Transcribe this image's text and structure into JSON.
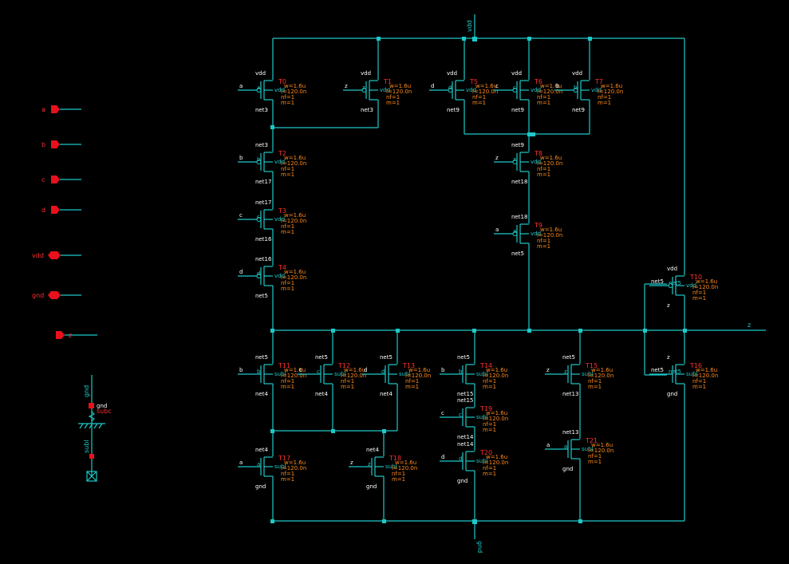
{
  "pins": [
    {
      "name": "a",
      "type": "input"
    },
    {
      "name": "b",
      "type": "input"
    },
    {
      "name": "c",
      "type": "input"
    },
    {
      "name": "d",
      "type": "input"
    },
    {
      "name": "vdd",
      "type": "inout"
    },
    {
      "name": "gnd",
      "type": "inout"
    },
    {
      "name": "z",
      "type": "output"
    }
  ],
  "rails": {
    "vdd": "vdd",
    "gnd": "gnd",
    "z": "z",
    "subl": "subl",
    "subc": "subc",
    "gnd_term": "gnd"
  },
  "params_p": {
    "w": "w=1.6u",
    "l": "l=120.0n",
    "nf": "nf=1",
    "m": "m=1"
  },
  "params_n": {
    "w": "w=1.6u",
    "l": "l=120.0n",
    "nf": "nf=1",
    "m": "m=1"
  },
  "transistors": [
    {
      "id": "T0",
      "type": "p",
      "gate": "a",
      "body": "vdd",
      "source": "vdd",
      "drain": "net3"
    },
    {
      "id": "T1",
      "type": "p",
      "gate": "z",
      "body": "vdd",
      "source": "vdd",
      "drain": "net3"
    },
    {
      "id": "T2",
      "type": "p",
      "gate": "b",
      "body": "vdd",
      "source": "net3",
      "drain": "net17"
    },
    {
      "id": "T3",
      "type": "p",
      "gate": "c",
      "body": "vdd",
      "source": "net17",
      "drain": "net16"
    },
    {
      "id": "T4",
      "type": "p",
      "gate": "d",
      "body": "vdd",
      "source": "net16",
      "drain": "net5"
    },
    {
      "id": "T5",
      "type": "p",
      "gate": "d",
      "body": "vdd",
      "source": "vdd",
      "drain": "net9"
    },
    {
      "id": "T6",
      "type": "p",
      "gate": "c",
      "body": "vdd",
      "source": "vdd",
      "drain": "net9"
    },
    {
      "id": "T7",
      "type": "p",
      "gate": "b",
      "body": "vdd",
      "source": "vdd",
      "drain": "net9"
    },
    {
      "id": "T8",
      "type": "p",
      "gate": "z",
      "body": "vdd",
      "source": "net9",
      "drain": "net18"
    },
    {
      "id": "T9",
      "type": "p",
      "gate": "a",
      "body": "vdd",
      "source": "net18",
      "drain": "net5"
    },
    {
      "id": "T10",
      "type": "p",
      "gate": "net5",
      "body": "vdd",
      "source": "vdd",
      "drain": "z"
    },
    {
      "id": "T11",
      "type": "n",
      "gate": "b",
      "body": "subl",
      "source": "net5",
      "drain": "net4"
    },
    {
      "id": "T12",
      "type": "n",
      "gate": "c",
      "body": "subl",
      "source": "net5",
      "drain": "net4"
    },
    {
      "id": "T13",
      "type": "n",
      "gate": "d",
      "body": "subl",
      "source": "net5",
      "drain": "net4"
    },
    {
      "id": "T14",
      "type": "n",
      "gate": "b",
      "body": "subl",
      "source": "net5",
      "drain": "net15"
    },
    {
      "id": "T15",
      "type": "n",
      "gate": "z",
      "body": "subl",
      "source": "net5",
      "drain": "net13"
    },
    {
      "id": "T16",
      "type": "n",
      "gate": "net5",
      "body": "subl",
      "source": "z",
      "drain": "gnd"
    },
    {
      "id": "T17",
      "type": "n",
      "gate": "a",
      "body": "subl",
      "source": "net4",
      "drain": "gnd"
    },
    {
      "id": "T18",
      "type": "n",
      "gate": "z",
      "body": "subl",
      "source": "net4",
      "drain": "gnd"
    },
    {
      "id": "T19",
      "type": "n",
      "gate": "c",
      "body": "subl",
      "source": "net15",
      "drain": "net14"
    },
    {
      "id": "T20",
      "type": "n",
      "gate": "d",
      "body": "subl",
      "source": "net14",
      "drain": "gnd"
    },
    {
      "id": "T21",
      "type": "n",
      "gate": "a",
      "body": "subl",
      "source": "net13",
      "drain": "gnd"
    }
  ]
}
